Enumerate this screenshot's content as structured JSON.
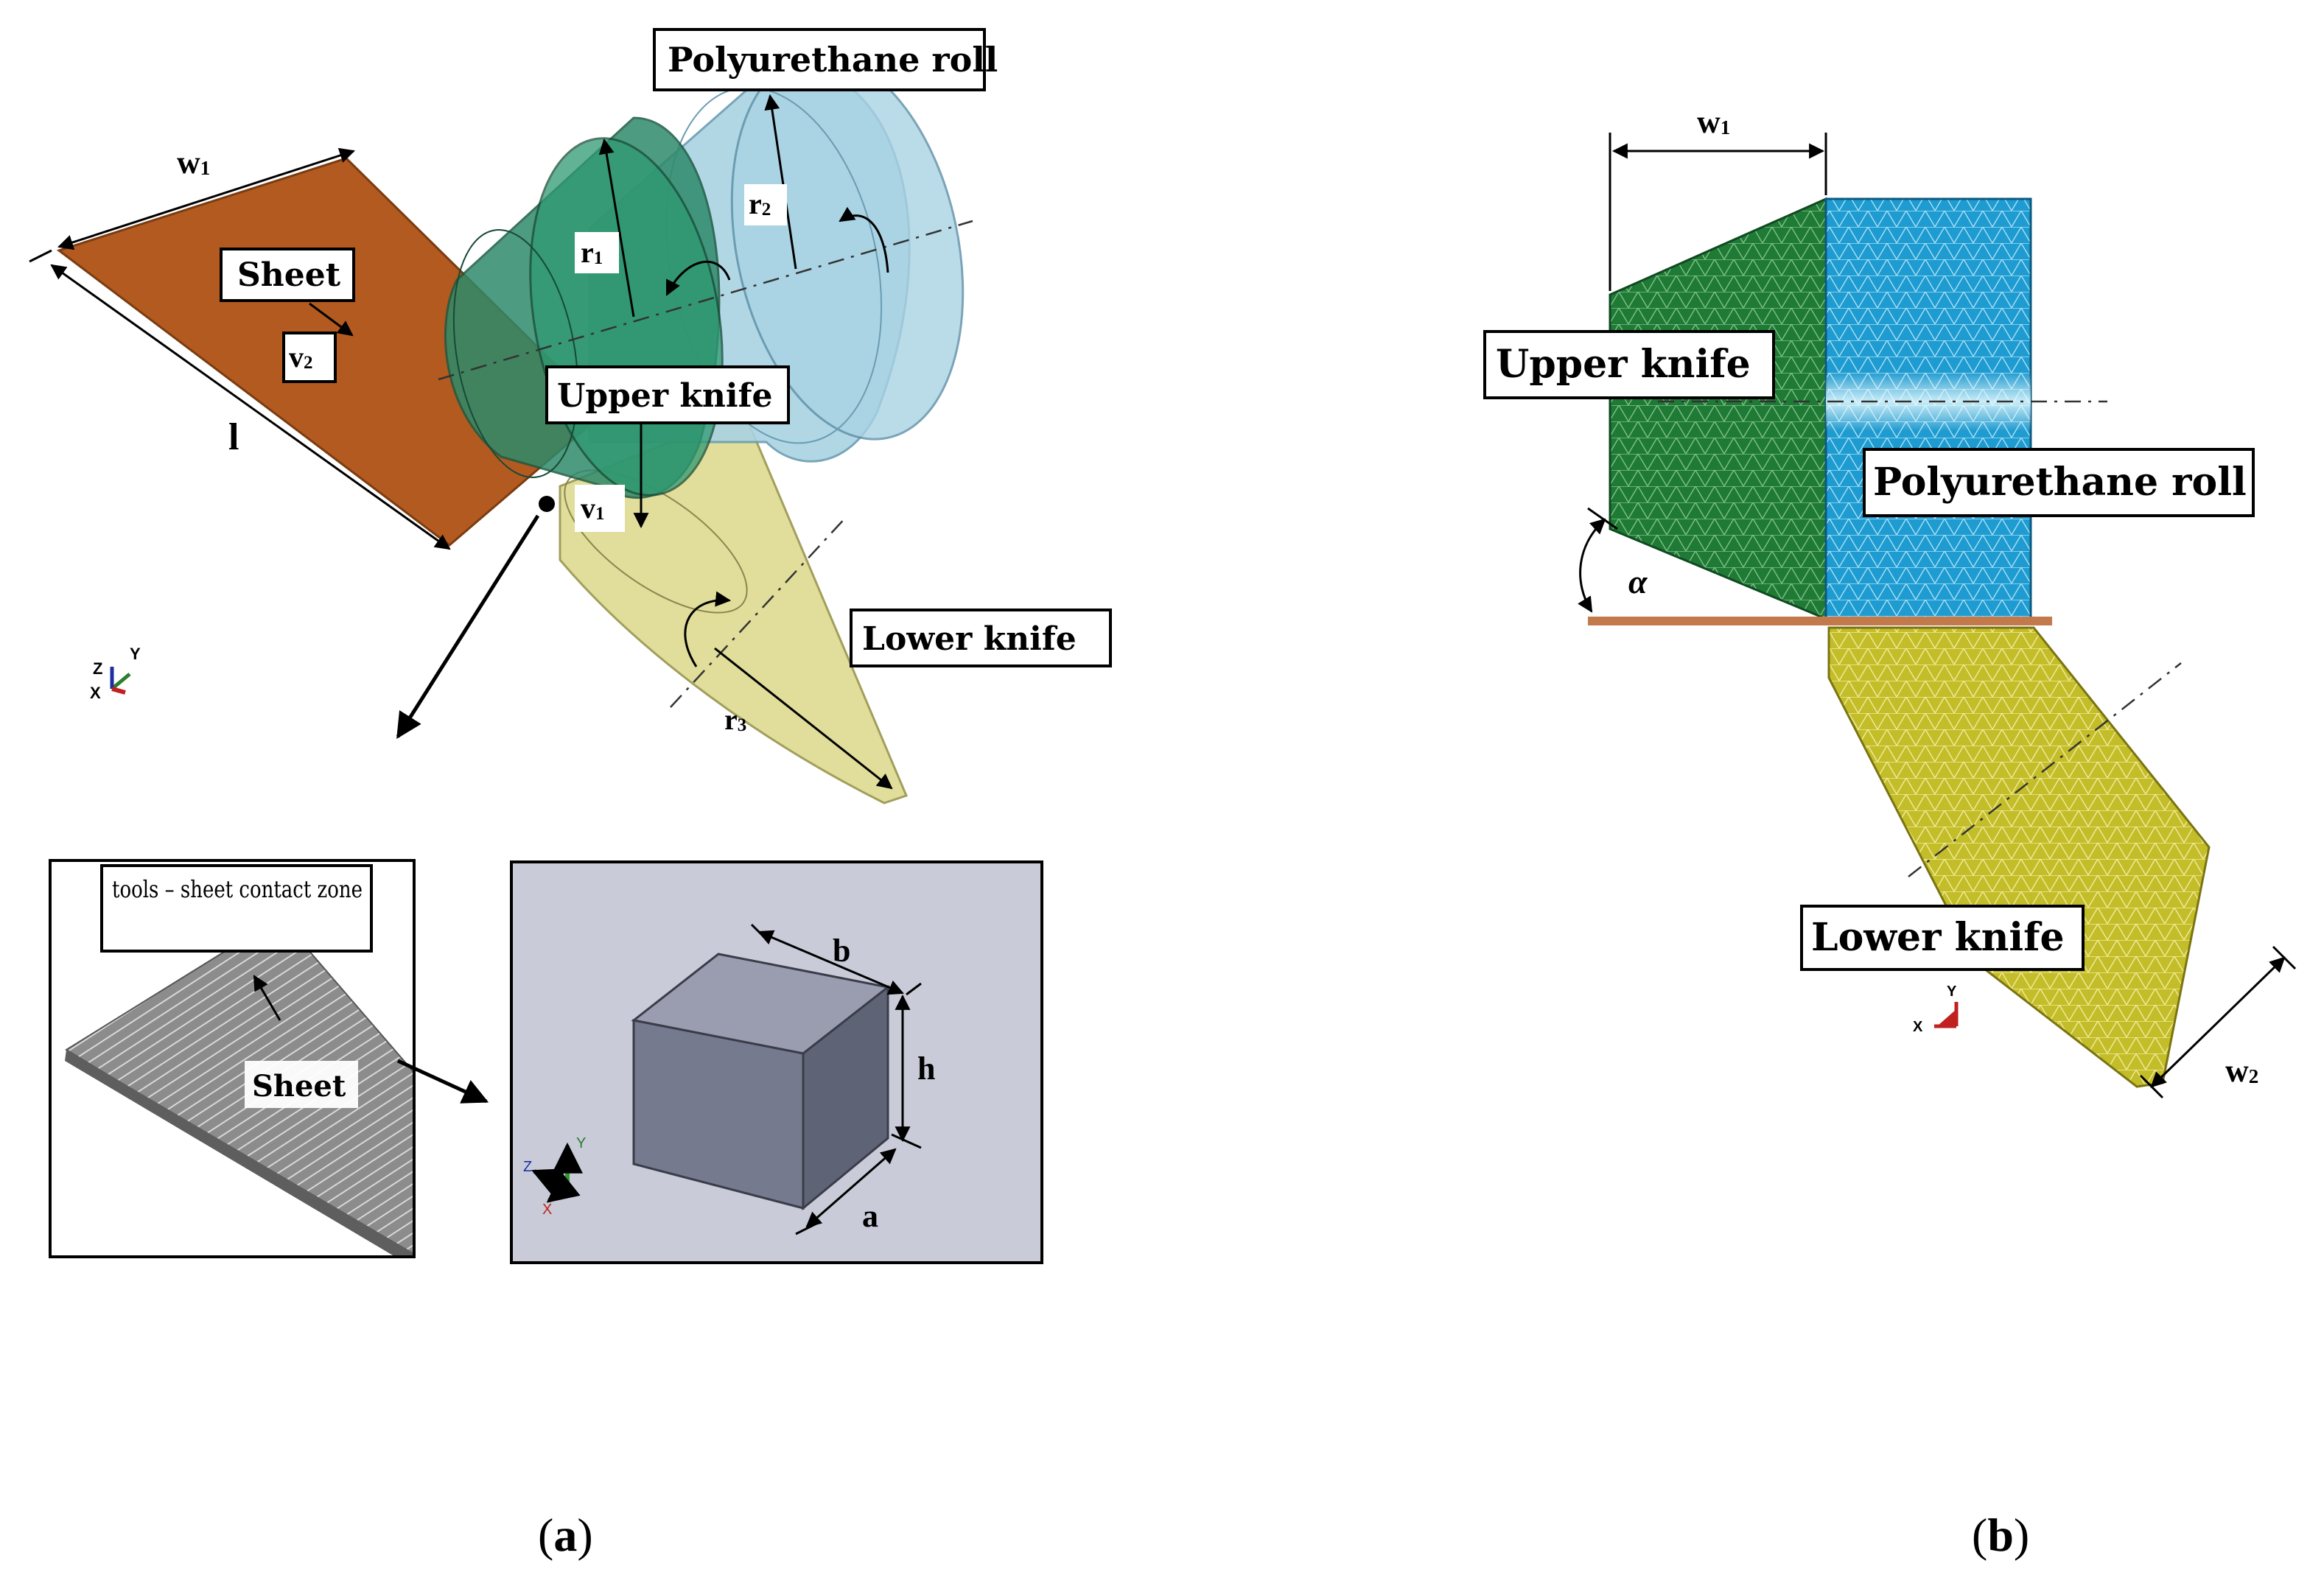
{
  "panel_a": {
    "labels": {
      "polyurethane_roll": "Polyurethane roll",
      "sheet": "Sheet",
      "upper_knife": "Upper knife",
      "lower_knife": "Lower knife",
      "contact_zone": "tools – sheet contact zone",
      "sheet_inset": "Sheet"
    },
    "dimensions": {
      "w1": "w1",
      "l": "l",
      "v1": "v1",
      "v2": "v2",
      "r1": "r1",
      "r2": "r2",
      "r3": "r3"
    },
    "element_dims": {
      "a": "a",
      "b": "b",
      "h": "h"
    },
    "axes_main": {
      "x": "X",
      "y": "Y",
      "z": "Z"
    },
    "axes_inset": {
      "x": "X",
      "y": "Y",
      "z": "Z"
    },
    "caption": {
      "open": "(",
      "letter": "a",
      "close": ")"
    }
  },
  "panel_b": {
    "labels": {
      "upper_knife": "Upper knife",
      "polyurethane_roll": "Polyurethane roll",
      "lower_knife": "Lower knife"
    },
    "dimensions": {
      "w1": "w1",
      "w2": "w2",
      "alpha": "α"
    },
    "axes": {
      "x": "X",
      "y": "Y"
    },
    "caption": {
      "open": "(",
      "letter": "b",
      "close": ")"
    }
  },
  "colors": {
    "sheet": "#b35a20",
    "roll": "#a9d3e3",
    "upper_knife": "#2e8a6a",
    "lower_knife": "#e0dc95",
    "mesh_green": "#1f7a35",
    "mesh_blue": "#1e9bd0",
    "mesh_yellow": "#c9c230",
    "inset_bg": "#c9ccd8",
    "cube": "#7a7d90"
  }
}
